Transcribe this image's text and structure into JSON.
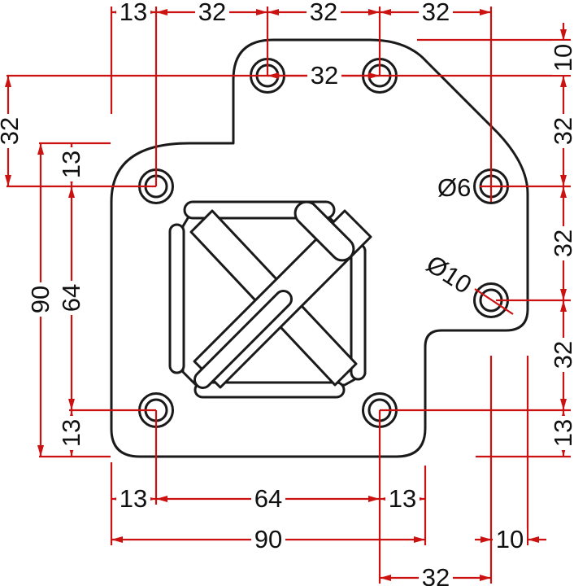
{
  "drawing": {
    "description": "CAD dimension drawing of a mounting plate with counterbored holes and X-shaped center pocket",
    "colors": {
      "outline": "#1a1a1a",
      "dimension_lines": "#cc1111",
      "text": "#111111",
      "background": "#ffffff"
    },
    "hole_labels": {
      "small": "Ø6",
      "large": "Ø10"
    },
    "dimensions": {
      "top_row": [
        "13",
        "32",
        "32",
        "32"
      ],
      "top_hole_span": "32",
      "right_col": [
        "10",
        "32",
        "32",
        "32",
        "13"
      ],
      "left_outer": "32",
      "left_height": "90",
      "left_col": [
        "13",
        "64",
        "13"
      ],
      "bottom_row": [
        "13",
        "64",
        "13"
      ],
      "bottom_width": "90",
      "bottom_offset": "10",
      "bottom_hole_span": "32"
    }
  }
}
